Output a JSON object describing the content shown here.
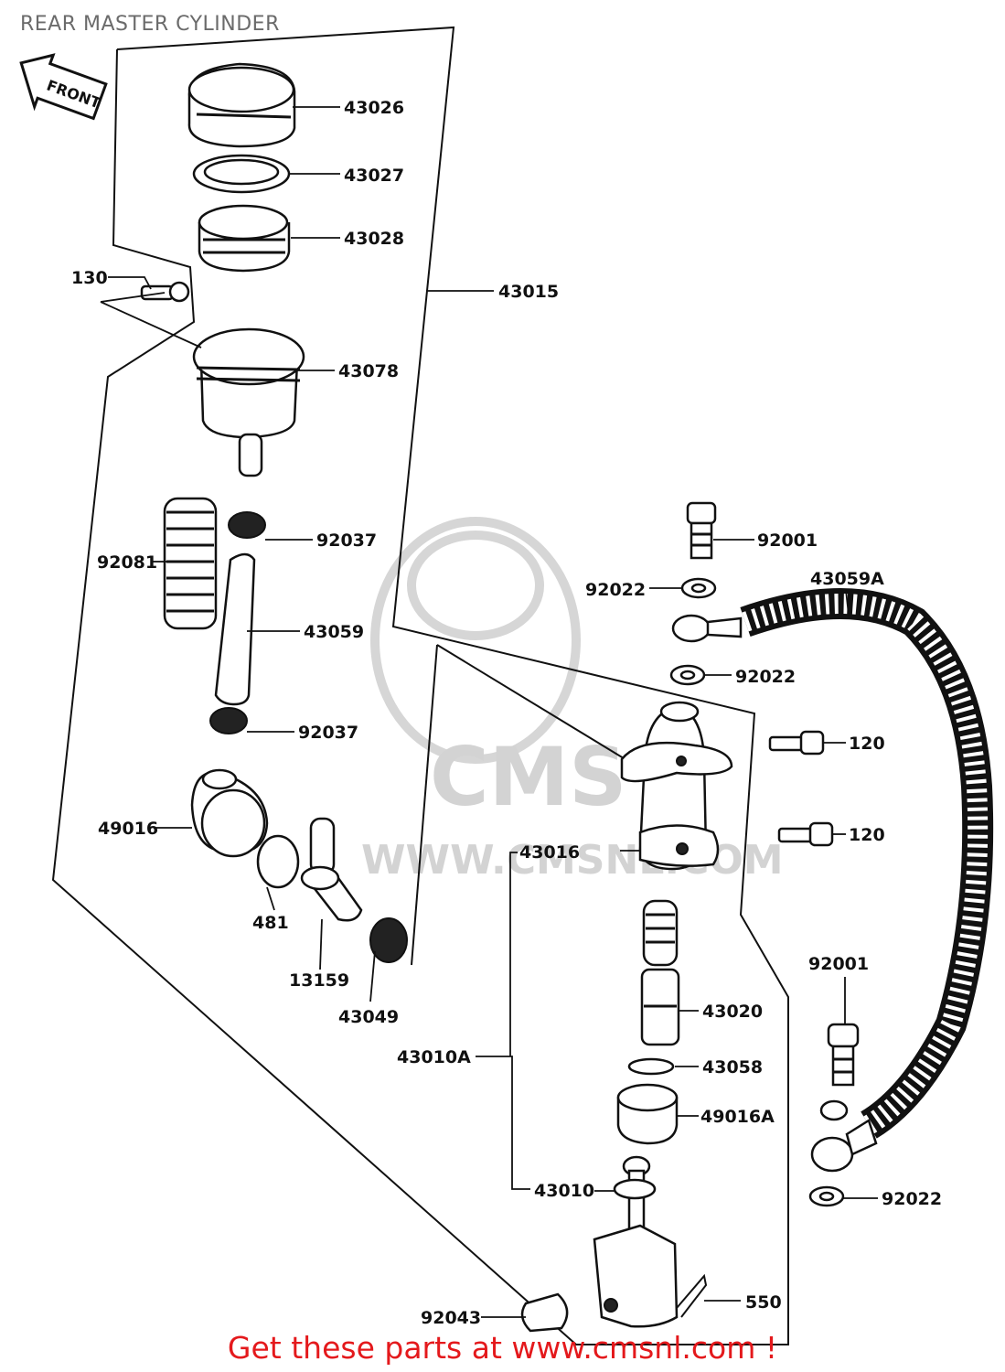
{
  "title": "REAR MASTER CYLINDER",
  "footer": "Get these parts at www.cmsnl.com !",
  "watermark": {
    "logo": "CMS",
    "url": "WWW.CMSNL.COM"
  },
  "front_arrow": "FRONT",
  "parts": {
    "p43026": "43026",
    "p43027": "43027",
    "p43028": "43028",
    "p130": "130",
    "p43015": "43015",
    "p43078": "43078",
    "p92037a": "92037",
    "p92081": "92081",
    "p43059": "43059",
    "p92037b": "92037",
    "p49016": "49016",
    "p481": "481",
    "p13159": "13159",
    "p43049": "43049",
    "p92001a": "92001",
    "p92022a": "92022",
    "p43059A": "43059A",
    "p92022b": "92022",
    "p120a": "120",
    "p120b": "120",
    "p43016": "43016",
    "p92001b": "92001",
    "p43020": "43020",
    "p43010A": "43010A",
    "p43058": "43058",
    "p49016A": "49016A",
    "p43010": "43010",
    "p92022c": "92022",
    "p550": "550",
    "p92043": "92043"
  },
  "colors": {
    "footer": "#e4191c",
    "title": "#6b6b6b",
    "watermark": "#d3d3d3"
  }
}
